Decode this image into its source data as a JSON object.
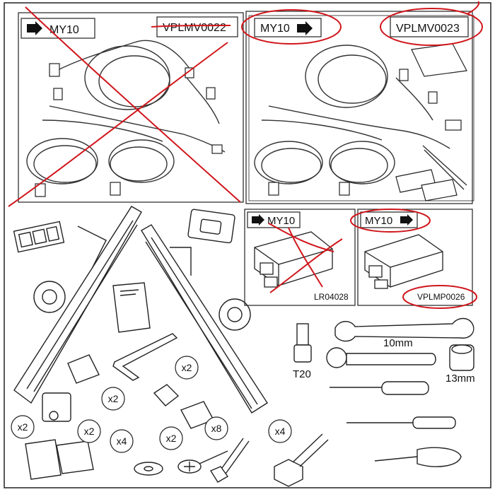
{
  "panels": {
    "top_left": {
      "tag": "MY10",
      "code": "VPLMV0022"
    },
    "top_right": {
      "tag": "MY10",
      "code": "VPLMV0023"
    },
    "mid_left": {
      "tag": "MY10",
      "code": "LR04028"
    },
    "mid_right": {
      "tag": "MY10",
      "code": "VPLMP0026"
    }
  },
  "tools": {
    "t20": "T20",
    "wrench": "10mm",
    "socket": "13mm"
  },
  "quantities": {
    "adhesive_pad": "x2",
    "clip": "x2",
    "tape_a": "x2",
    "tape_b": "x2",
    "washer": "x4",
    "screw": "x2",
    "bolt_long": "x8",
    "bolt_hex": "x4"
  },
  "colors": {
    "ink": "#1a1a1a",
    "redline": "#d0161c"
  }
}
